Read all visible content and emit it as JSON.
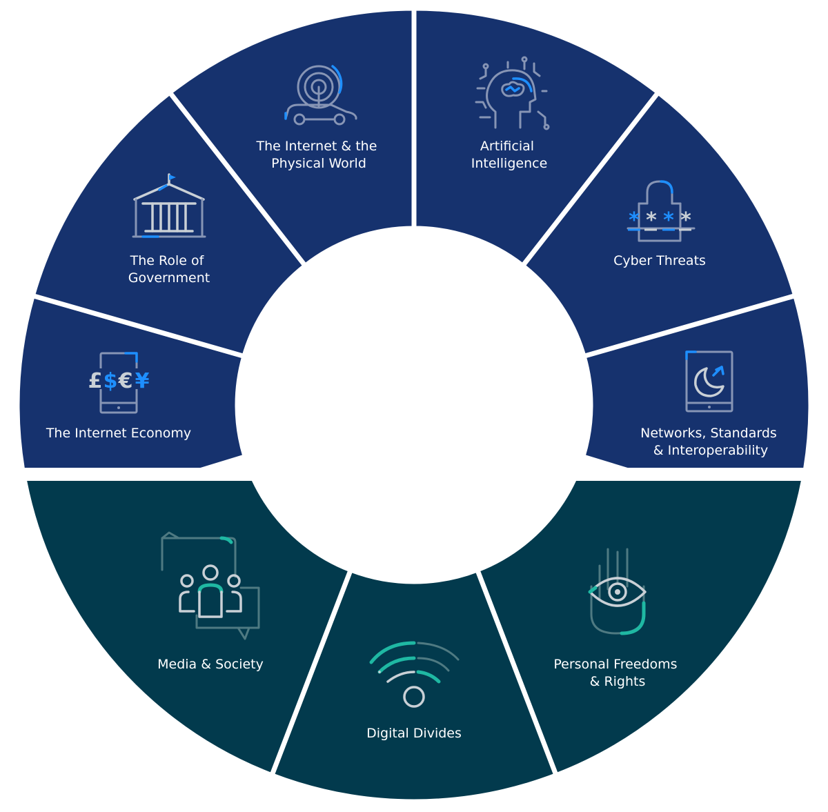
{
  "colors": {
    "navy": "#16326e",
    "teal": "#023a4d",
    "background": "#ffffff",
    "accent_blue": "#1e8fff",
    "accent_teal": "#1fb8a3"
  },
  "segments": [
    {
      "id": "internet-physical",
      "lines": [
        "The Internet & the",
        "Physical World"
      ],
      "icon": "connected-car-icon"
    },
    {
      "id": "ai",
      "lines": [
        "Artificial",
        "Intelligence"
      ],
      "icon": "ai-brain-icon"
    },
    {
      "id": "cyber",
      "lines": [
        "Cyber Threats"
      ],
      "icon": "padlock-password-icon"
    },
    {
      "id": "networks",
      "lines": [
        "Networks, Standards",
        "& Interoperability"
      ],
      "icon": "tablet-sync-icon"
    },
    {
      "id": "freedoms",
      "lines": [
        "Personal Freedoms",
        "& Rights"
      ],
      "icon": "eye-icon"
    },
    {
      "id": "divides",
      "lines": [
        "Digital Divides"
      ],
      "icon": "wifi-icon"
    },
    {
      "id": "media",
      "lines": [
        "Media & Society"
      ],
      "icon": "people-chat-icon"
    },
    {
      "id": "economy",
      "lines": [
        "The Internet Economy"
      ],
      "icon": "mobile-currency-icon"
    },
    {
      "id": "government",
      "lines": [
        "The Role of",
        "Government"
      ],
      "icon": "government-building-icon"
    }
  ],
  "currency_glyphs": [
    "£",
    "$",
    "€",
    "¥"
  ],
  "password_glyphs": [
    "*",
    "*",
    "*",
    "*"
  ]
}
